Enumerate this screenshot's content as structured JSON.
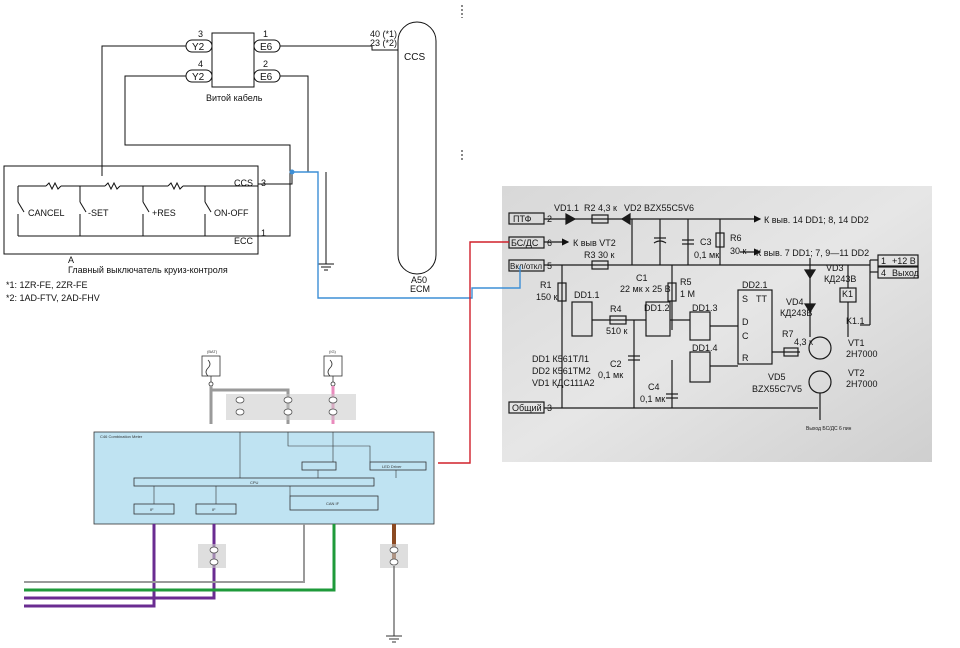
{
  "top_diagram": {
    "connector_left_top": "Y2",
    "connector_left_bottom": "Y2",
    "connector_right_top": "E6",
    "connector_right_bottom": "E6",
    "pin_3": "3",
    "pin_4": "4",
    "pin_1": "1",
    "pin_2": "2",
    "spiral_cable_label": "Витой кабель",
    "ecm_pin_1": "40 (*1)",
    "ecm_pin_2": "23 (*2)",
    "ccs_ecm": "CCS",
    "ecm_code": "A50",
    "ecm_name": "ECM",
    "switch_labels": [
      "CANCEL",
      "-SET",
      "+RES",
      "ON-OFF"
    ],
    "ccs_pin_label": "CCS",
    "ccs_pin_num": "3",
    "ecc_pin_label": "ECC",
    "ecc_pin_num": "1",
    "switch_code": "A",
    "switch_name": "Главный выключатель круиз-контроля",
    "note1": "*1: 1ZR-FE, 2ZR-FE",
    "note2": "*2: 1AD-FTV, 2AD-FHV"
  },
  "schematic": {
    "in_ptf": "ПТФ",
    "in_ptf_pin": "2",
    "in_bsds": "БС/ДС",
    "in_bsds_pin": "6",
    "in_onoff": "Вкл/откл",
    "in_onoff_pin": "5",
    "in_common": "Общий",
    "in_common_pin": "3",
    "vd11": "VD1.1",
    "r2": "R2 4,3 к",
    "vd2": "VD2 BZX55C5V6",
    "to_dd_14": "К выв. 14 DD1; 8, 14 DD2",
    "to_vt2": "К выв VT2",
    "r3": "R3 30 к",
    "c3": "C3",
    "c3_val": "0,1 мк",
    "r6": "R6",
    "r6_val": "30 к",
    "to_dd_7": "К выв. 7 DD1; 7, 9—11 DD2",
    "c1": "C1",
    "c1_val": "22 мк x 25 В",
    "r5": "R5",
    "r5_val": "1 М",
    "vd3": "VD3",
    "vd3_val": "КД243В",
    "out_12v": "+12 В",
    "out_12v_pin": "1",
    "out_vyhod": "Выход",
    "out_vyhod_pin": "4",
    "k1": "K1",
    "vd4": "VD4",
    "vd4_val": "КД243В",
    "k11": "K1.1",
    "r1": "R1",
    "r1_val": "150 к",
    "dd11": "DD1.1",
    "r4": "R4",
    "r4_val": "510 к",
    "dd12": "DD1.2",
    "dd13": "DD1.3",
    "dd14": "DD1.4",
    "dd21": "DD2.1",
    "r7": "R7",
    "r7_val": "4,3 к",
    "vt1": "VT1",
    "vt1_val": "2Н7000",
    "vt2": "VT2",
    "vt2_val": "2Н7000",
    "c2": "C2",
    "c2_val": "0,1 мк",
    "c4": "C4",
    "c4_val": "0,1 мк",
    "vd5": "VD5",
    "vd5_val": "BZX55C7V5",
    "legend": [
      "DD1 К561ТЛ1",
      "DD2 К561ТМ2",
      "VD1 КДС111А2"
    ],
    "out_note": "Выход БС/ДС 6 пин",
    "trigger_s": "S",
    "trigger_tt": "TT",
    "trigger_d": "D",
    "trigger_c": "C",
    "trigger_r": "R"
  },
  "bottom_diagram": {
    "title_small": "C46 Combination Meter",
    "cpu": "CPU",
    "can_if": "CAN IF",
    "led_driver": "LED Driver",
    "fuse_left": "(BAT)",
    "fuse_right": "(IG)",
    "if_left": "IF",
    "if_right": "IF"
  },
  "colors": {
    "red_wire": "#d0202a",
    "blue_wire": "#3d8fd6",
    "meter_fill": "#bfe3f2",
    "purple_wire": "#6a2c91",
    "green_wire": "#1e9a3a",
    "pink_wire": "#e98bbd",
    "brown_wire": "#8b4a22",
    "gray_wire": "#9a9a9a",
    "scan_bg": "#dcdcdc"
  }
}
